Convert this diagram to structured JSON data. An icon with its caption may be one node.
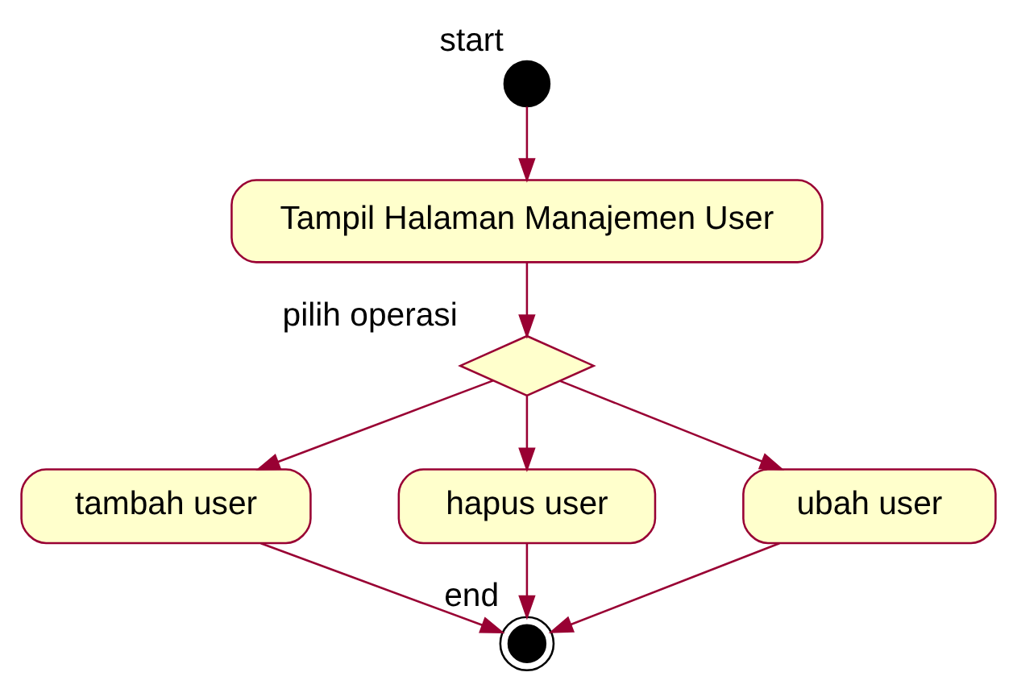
{
  "diagram": {
    "nodes": [
      {
        "text": [],
        "shape": "circle",
        "beside": [
          "start"
        ]
      },
      {
        "text": [
          "Tampil Halaman Manajemen User"
        ]
      },
      {
        "text": [],
        "shape": "diamond",
        "beside": [
          "pilih operasi"
        ]
      },
      {
        "text": [
          "tambah user"
        ]
      },
      {
        "text": [
          "hapus user"
        ]
      },
      {
        "text": [
          "ubah user"
        ]
      },
      {
        "text": [],
        "shape": "circle",
        "beside": [
          "end"
        ]
      }
    ],
    "edges": [
      {
        "from": 0,
        "to": 1,
        "arrow": "to"
      },
      {
        "from": 1,
        "to": 2,
        "arrow": "to"
      },
      {
        "from": 2,
        "to": 3,
        "arrow": "to"
      },
      {
        "from": 2,
        "to": 4,
        "arrow": "to"
      },
      {
        "from": 2,
        "to": 5,
        "arrow": "to"
      },
      {
        "from": 3,
        "to": 6,
        "arrow": "to"
      },
      {
        "from": 4,
        "to": 6,
        "arrow": "to"
      },
      {
        "from": 5,
        "to": 6,
        "arrow": "to"
      }
    ]
  }
}
